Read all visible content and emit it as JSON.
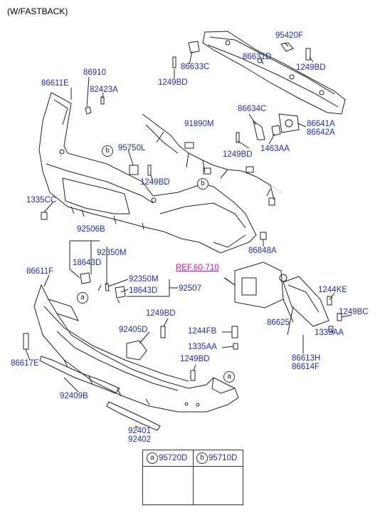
{
  "header": {
    "variant": "(W/FASTBACK)"
  },
  "ref_link": "REF.60-710",
  "callouts": {
    "c95420F": "95420F",
    "c86631D": "86631D",
    "c86633C": "86633C",
    "c1249BD_a": "1249BD",
    "c1249BD_b": "1249BD",
    "c86910": "86910",
    "c82423A": "82423A",
    "c86611E": "86611E",
    "c86634C": "86634C",
    "c91890M": "91890M",
    "c86641A": "86641A",
    "c86642A": "86642A",
    "c95750L": "95750L",
    "c1249BD_c": "1249BD",
    "c1463AA": "1463AA",
    "c1249BD_d": "1249BD",
    "c1335CC": "1335CC",
    "c92506B": "92506B",
    "c92350M_a": "92350M",
    "c18643D_a": "18643D",
    "c86848A": "86848A",
    "c86611F": "86611F",
    "c92350M_b": "92350M",
    "c18643D_b": "18643D",
    "c92507": "92507",
    "c1244KE": "1244KE",
    "c1249BC": "1249BC",
    "c1249BD_e": "1249BD",
    "c86625": "86625",
    "c1335AA_a": "1335AA",
    "c92405D": "92405D",
    "c1244FB": "1244FB",
    "c1335AA_b": "1335AA",
    "c86613H": "86613H",
    "c86614F": "86614F",
    "c1249BD_f": "1249BD",
    "c86617E": "86617E",
    "c92409B": "92409B",
    "c92401": "92401",
    "c92402": "92402"
  },
  "circle_markers": {
    "a": "a",
    "b": "b"
  },
  "legend": {
    "items": [
      {
        "marker": "a",
        "code": "95720D"
      },
      {
        "marker": "b",
        "code": "95710D"
      }
    ]
  },
  "colors": {
    "callout": "#1e2cc8",
    "ref": "#d60fb8",
    "line": "#222222"
  }
}
